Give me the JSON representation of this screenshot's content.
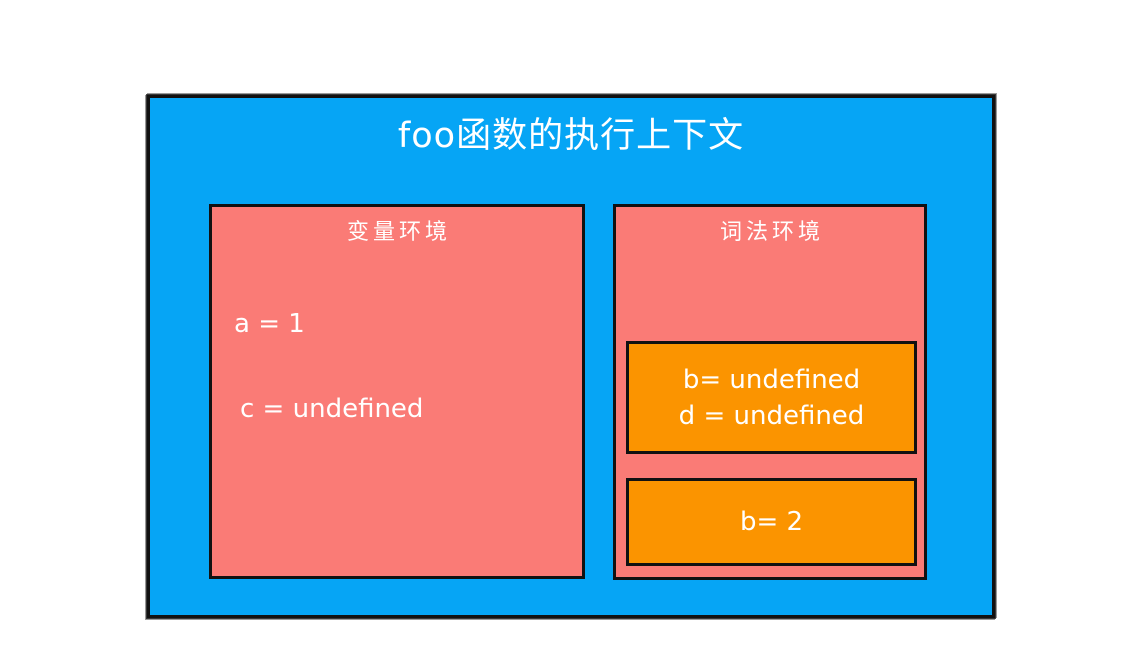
{
  "diagram": {
    "title": "foo函数的执行上下文",
    "colors": {
      "frame_fill": "#06A5F5",
      "panel_fill": "#FA7B76",
      "binding_fill": "#FB9400",
      "stroke": "#111111",
      "text": "#FFFFFF"
    },
    "panels": [
      {
        "id": "variable-environment",
        "title": "变量环境",
        "variables": [
          "a = 1",
          "c = undefined"
        ]
      },
      {
        "id": "lexical-environment",
        "title": "词法环境",
        "bindings": [
          {
            "id": "hoisted-bindings",
            "lines": [
              "b= undefined",
              "d = undefined"
            ]
          },
          {
            "id": "assigned-bindings",
            "lines": [
              "b= 2"
            ]
          }
        ]
      }
    ]
  }
}
